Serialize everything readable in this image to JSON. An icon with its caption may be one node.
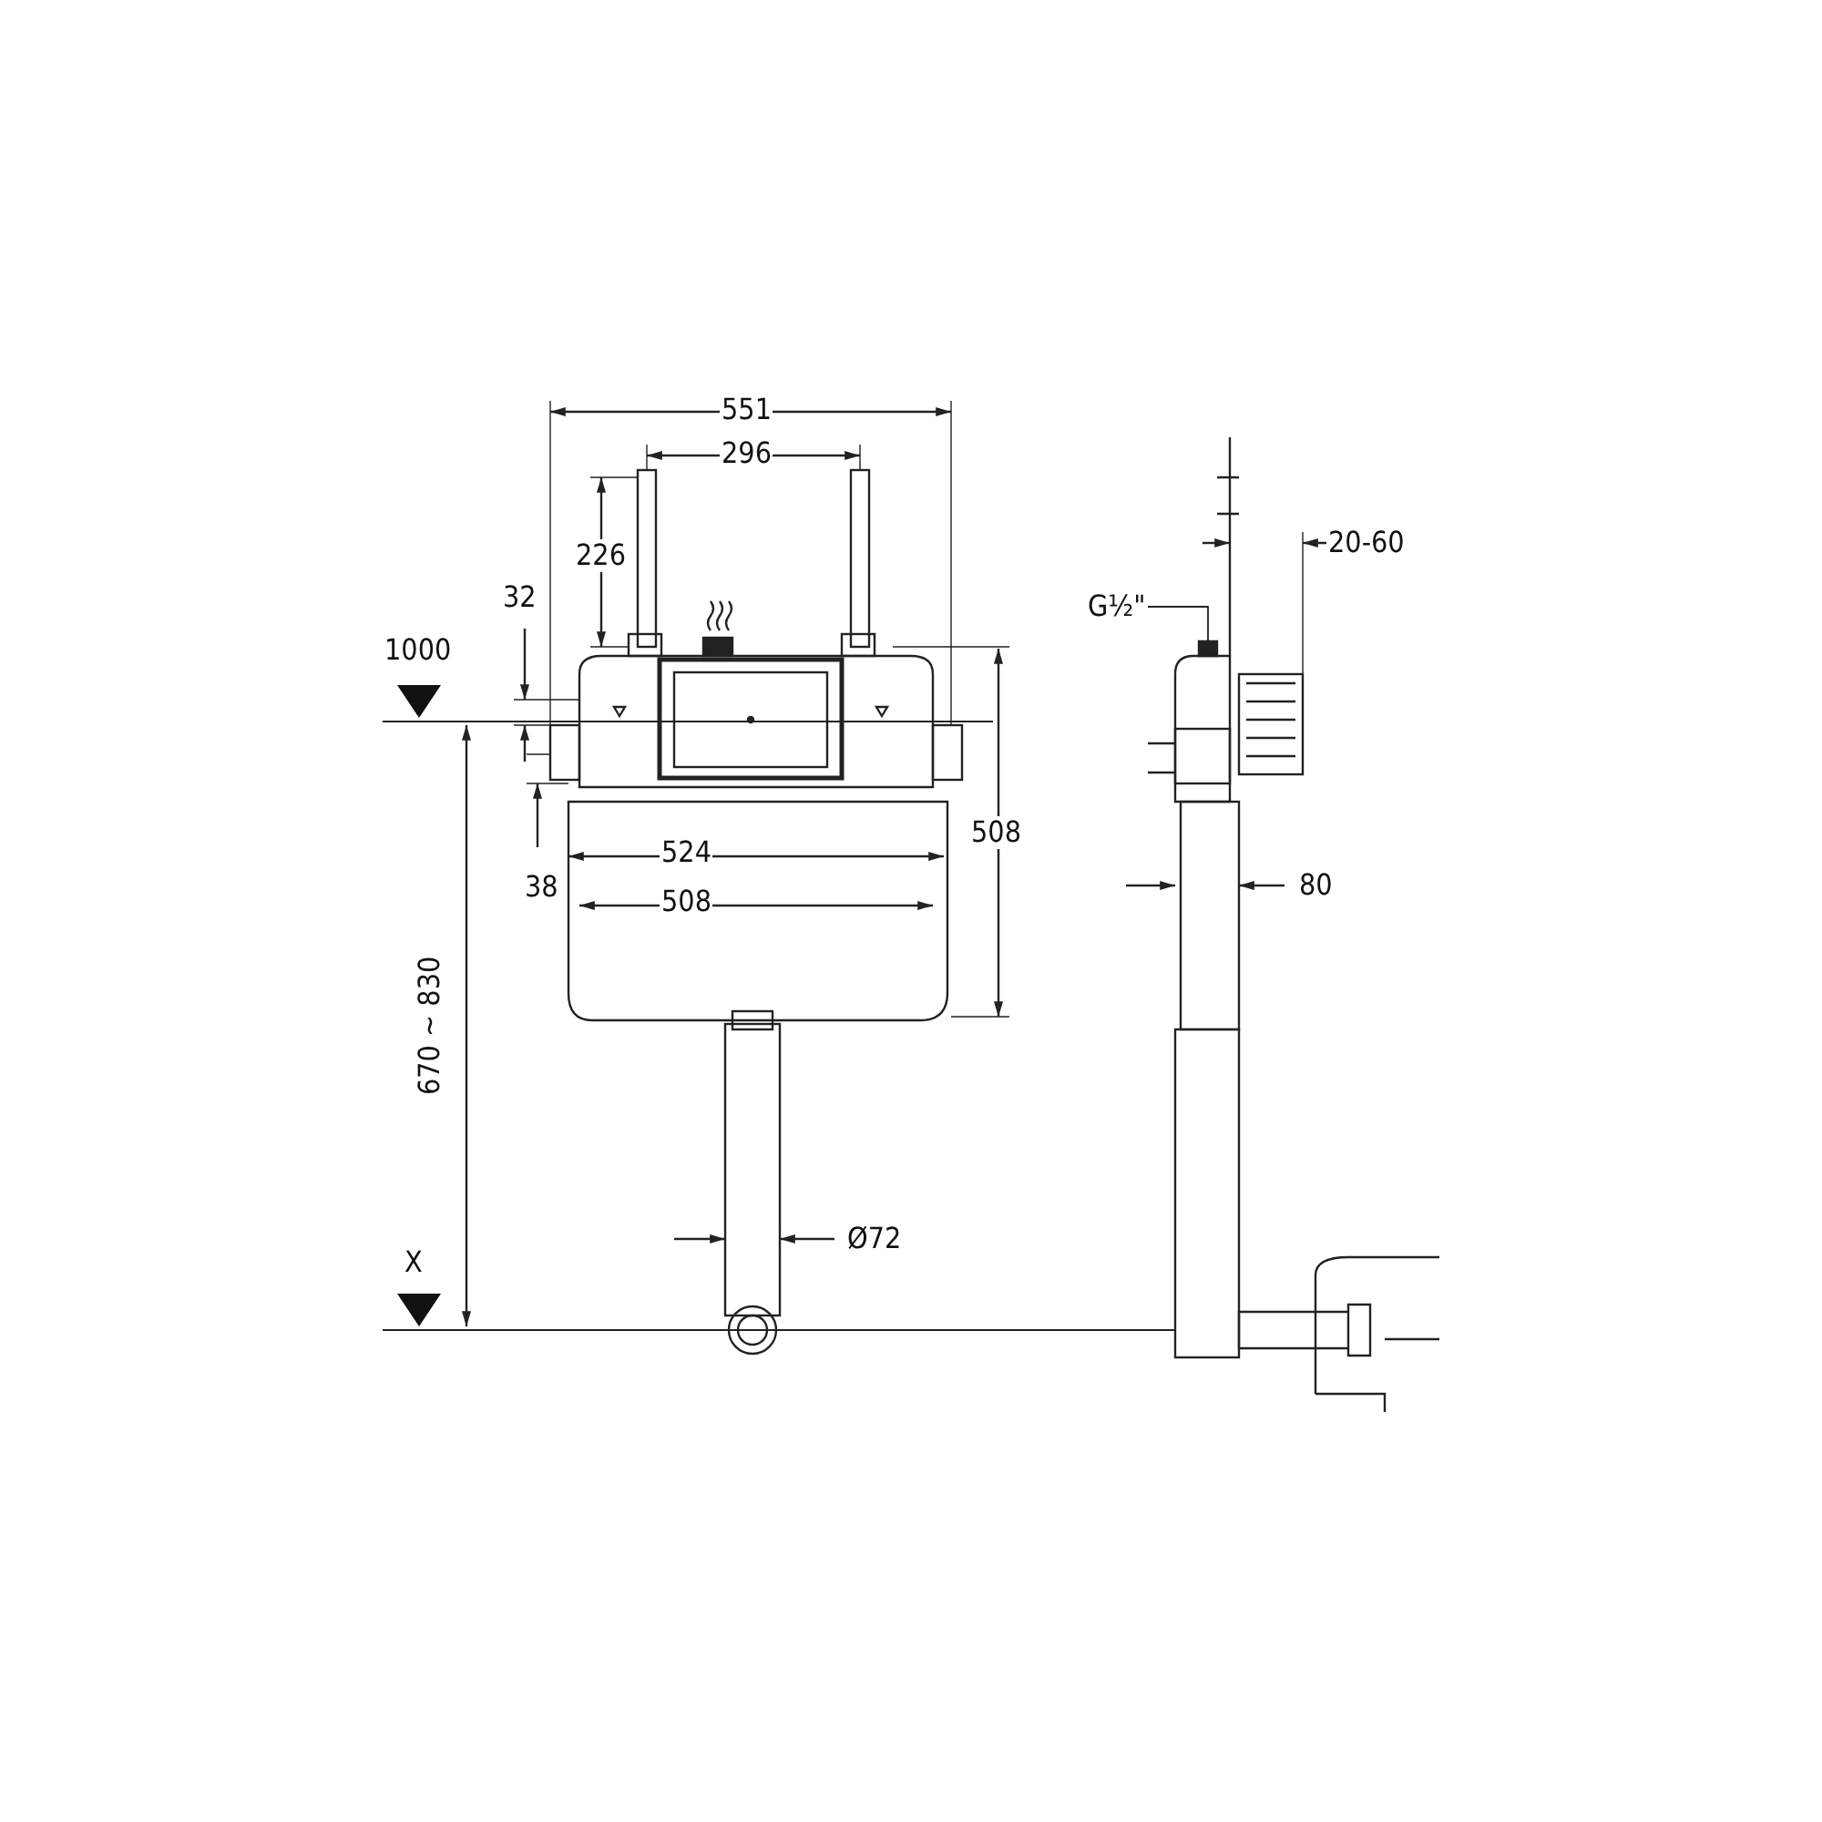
{
  "diagram": {
    "nodes": [
      {
        "text": [
          "G½\""
        ]
      },
      {
        "text": [],
        "shape": "box"
      }
    ],
    "edges": [
      {
        "from": 0,
        "to": 1,
        "arrow": "none"
      }
    ],
    "labels": [
      "551",
      "296",
      "20-60",
      "226",
      "32",
      "1000",
      "508",
      "524",
      "38",
      "80",
      "508",
      "670 ~ 830",
      "Ø72",
      "X"
    ]
  }
}
